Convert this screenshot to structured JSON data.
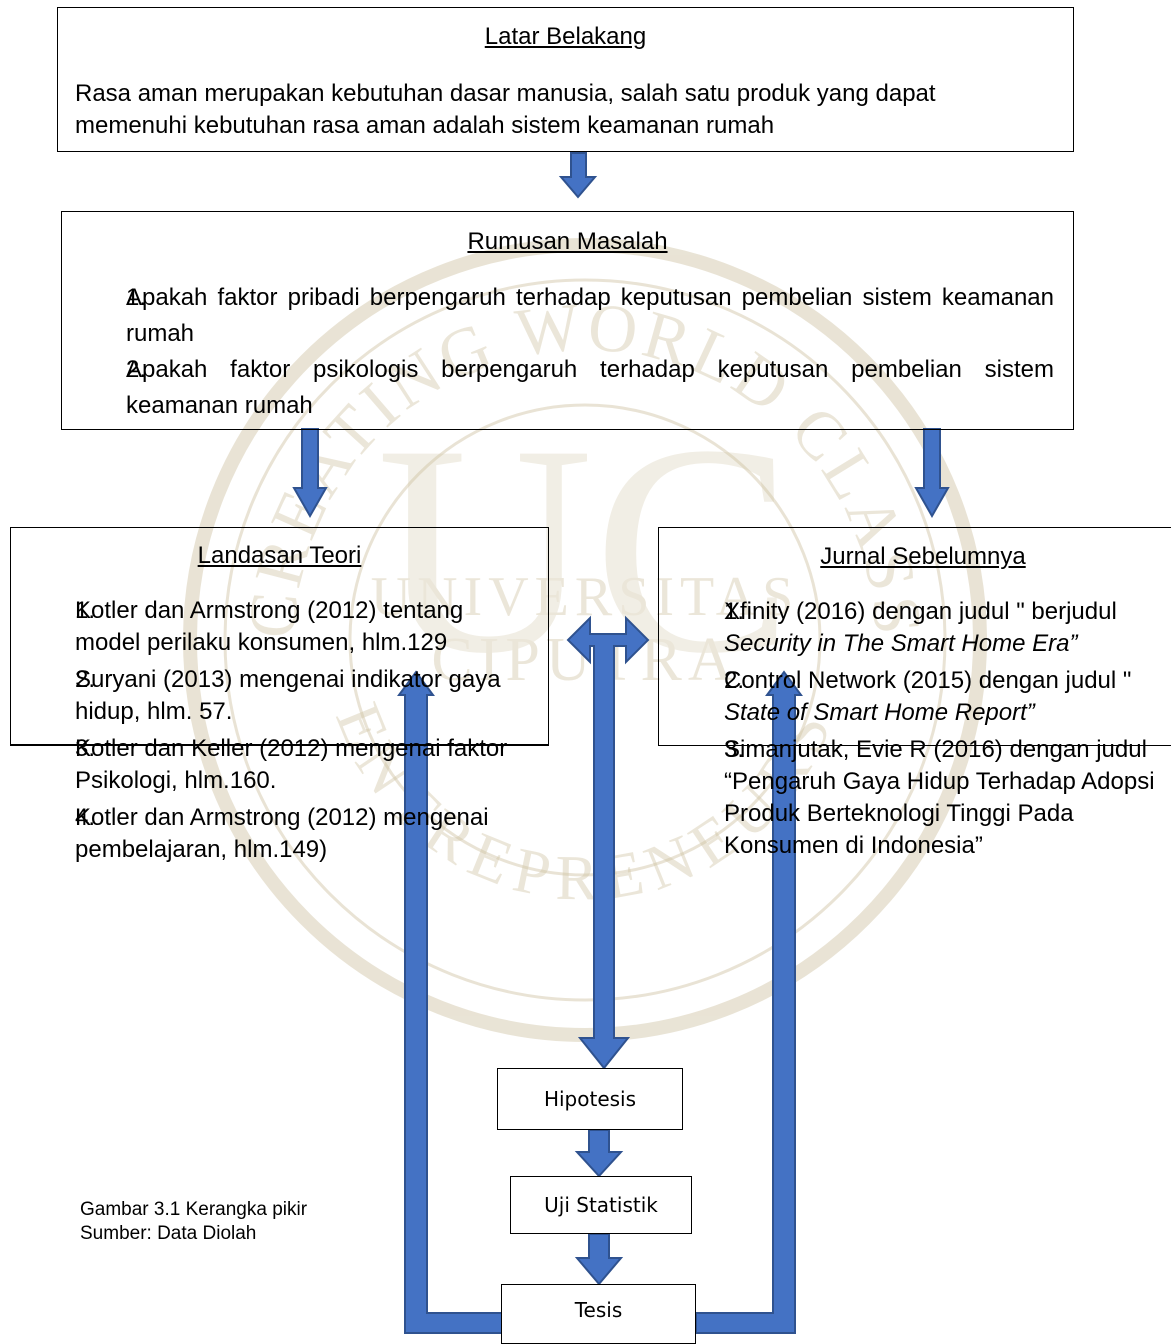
{
  "latar": {
    "title": "Latar Belakang",
    "text": "Rasa aman merupakan kebutuhan dasar manusia, salah satu produk yang dapat memenuhi kebutuhan rasa aman adalah sistem keamanan rumah"
  },
  "rumusan": {
    "title": "Rumusan Masalah",
    "items": [
      "Apakah faktor pribadi  berpengaruh terhadap keputusan pembelian sistem keamanan rumah",
      "Apakah faktor psikologis berpengaruh terhadap keputusan pembelian sistem keamanan rumah"
    ]
  },
  "landasan": {
    "title": "Landasan Teori",
    "items": [
      "Kotler dan Armstrong (2012) tentang model perilaku konsumen, hlm.129",
      "Suryani (2013) mengenai indikator gaya hidup, hlm. 57.",
      "Kotler dan Keller (2012) mengenai faktor Psikologi, hlm.160.",
      "Kotler dan Armstrong  (2012) mengenai pembelajaran, hlm.149)"
    ]
  },
  "jurnal": {
    "title": "Jurnal Sebelumnya",
    "items": [
      {
        "pre": "Xfinity (2016) dengan judul \" berjudul ",
        "italic": "Security in The Smart Home Era”",
        "post": ""
      },
      {
        "pre": "Control Network  (2015) dengan judul \" ",
        "italic": "State of Smart Home Report”",
        "post": ""
      },
      {
        "pre": "Simanjutak, Evie R (2016)  dengan judul “Pengaruh Gaya Hidup Terhadap Adopsi Produk Berteknologi Tinggi Pada Konsumen di Indonesia”",
        "italic": "",
        "post": ""
      }
    ]
  },
  "hipotesis": "Hipotesis",
  "uji": "Uji Statistik",
  "tesis": "Tesis",
  "caption": {
    "line1": "Gambar 3.1 Kerangka pikir",
    "line2": "Sumber: Data Diolah"
  },
  "watermark": {
    "ring_top": "CREATING WORLD CLASS",
    "ring_bottom": "ENTREPRENEURS",
    "monogram": "UC",
    "name1": "UNIVERSITAS",
    "name2": "CIPUTRA"
  },
  "colors": {
    "arrow_fill": "#4472C4",
    "arrow_stroke": "#2F528F",
    "watermark": "#cfc3a3"
  }
}
